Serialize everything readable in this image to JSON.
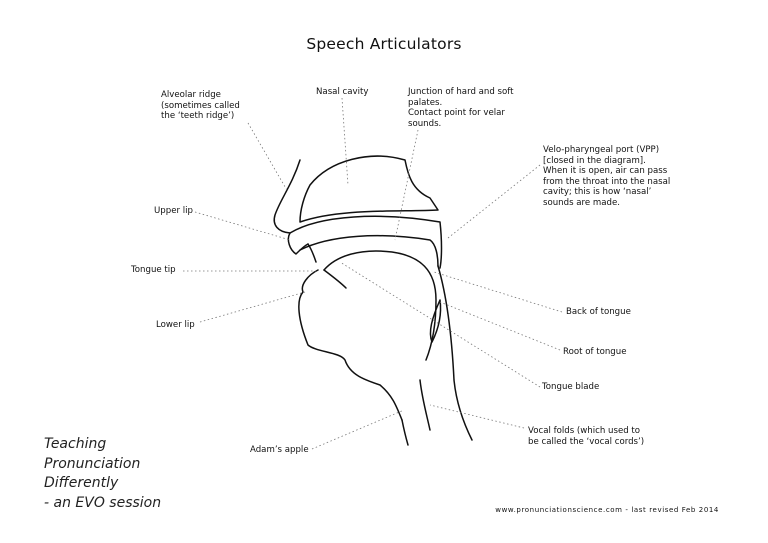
{
  "title": "Speech Articulators",
  "labels": {
    "alveolar": [
      "Alveolar ridge",
      "(sometimes called",
      "the ‘teeth ridge’)"
    ],
    "nasal_cavity": [
      "Nasal cavity"
    ],
    "junction": [
      "Junction of hard and soft",
      "palates.",
      "Contact point for velar",
      "sounds."
    ],
    "vpp": [
      "Velo-pharyngeal port (VPP)",
      "[closed in the diagram].",
      "When it is open, air can pass",
      "from the throat into the nasal",
      "cavity; this is how ‘nasal’",
      "sounds are made."
    ],
    "upper_lip": [
      "Upper lip"
    ],
    "tongue_tip": [
      "Tongue tip"
    ],
    "lower_lip": [
      "Lower lip"
    ],
    "back_of_tongue": [
      "Back of tongue"
    ],
    "root_of_tongue": [
      "Root of tongue"
    ],
    "tongue_blade": [
      "Tongue blade"
    ],
    "vocal_folds": [
      "Vocal folds (which used to",
      "be called the ‘vocal cords’)"
    ],
    "adams_apple": [
      "Adam’s apple"
    ]
  },
  "branding": [
    "Teaching",
    "Pronunciation",
    "Differently",
    "- an EVO session"
  ],
  "footer": "www.pronunciationscience.com - last revised Feb 2014"
}
